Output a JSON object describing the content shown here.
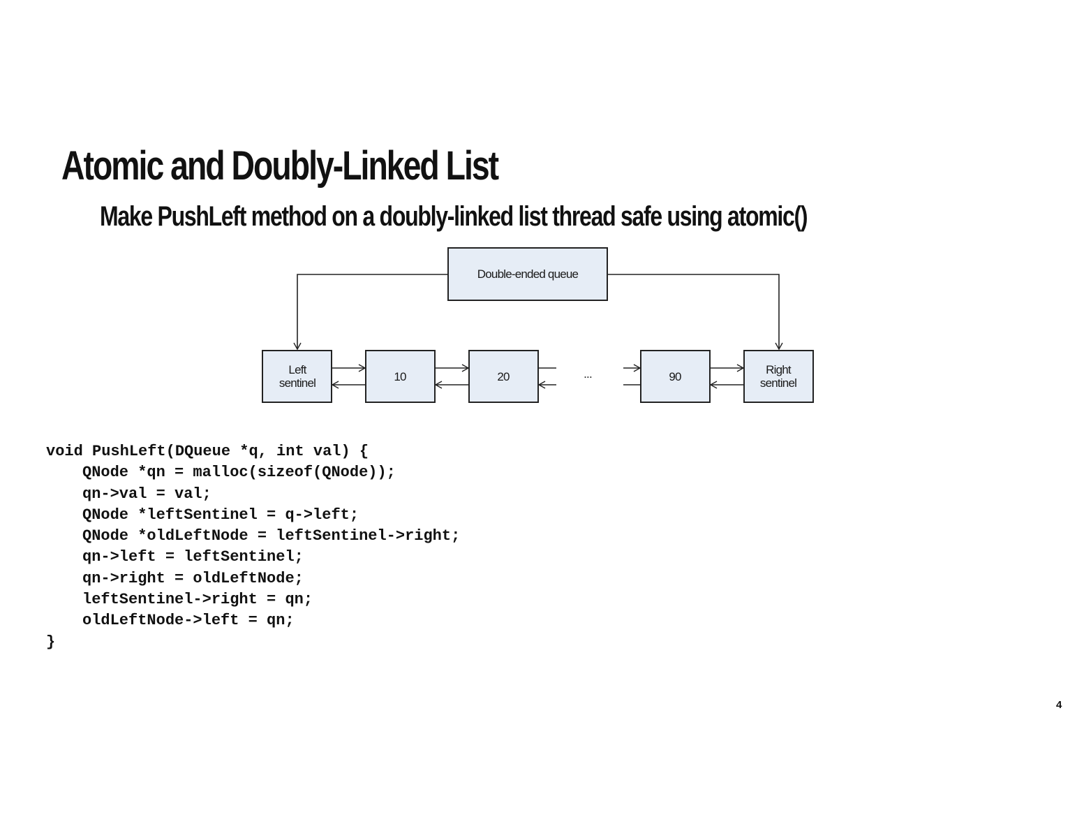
{
  "slide": {
    "title": "Atomic  and Doubly-Linked List",
    "subtitle": "Make PushLeft method on a doubly-linked list thread safe using atomic()",
    "page_number": "4"
  },
  "diagram": {
    "queue_label": "Double-ended queue",
    "nodes": [
      {
        "lines": [
          "Left",
          "sentinel"
        ]
      },
      {
        "lines": [
          "10"
        ]
      },
      {
        "lines": [
          "20"
        ]
      },
      {
        "lines": [
          "90"
        ]
      },
      {
        "lines": [
          "Right",
          "sentinel"
        ]
      }
    ],
    "ellipsis": "...",
    "node_fill": "#e6edf6",
    "stroke": "#222222"
  },
  "code": {
    "lines": [
      "void PushLeft(DQueue *q, int val) {",
      "QNode *qn = malloc(sizeof(QNode));",
      "qn->val = val;",
      "QNode *leftSentinel = q->left;",
      "QNode *oldLeftNode = leftSentinel->right;",
      "qn->left = leftSentinel;",
      "qn->right = oldLeftNode;",
      "leftSentinel->right = qn;",
      "oldLeftNode->left = qn;",
      "}"
    ]
  }
}
